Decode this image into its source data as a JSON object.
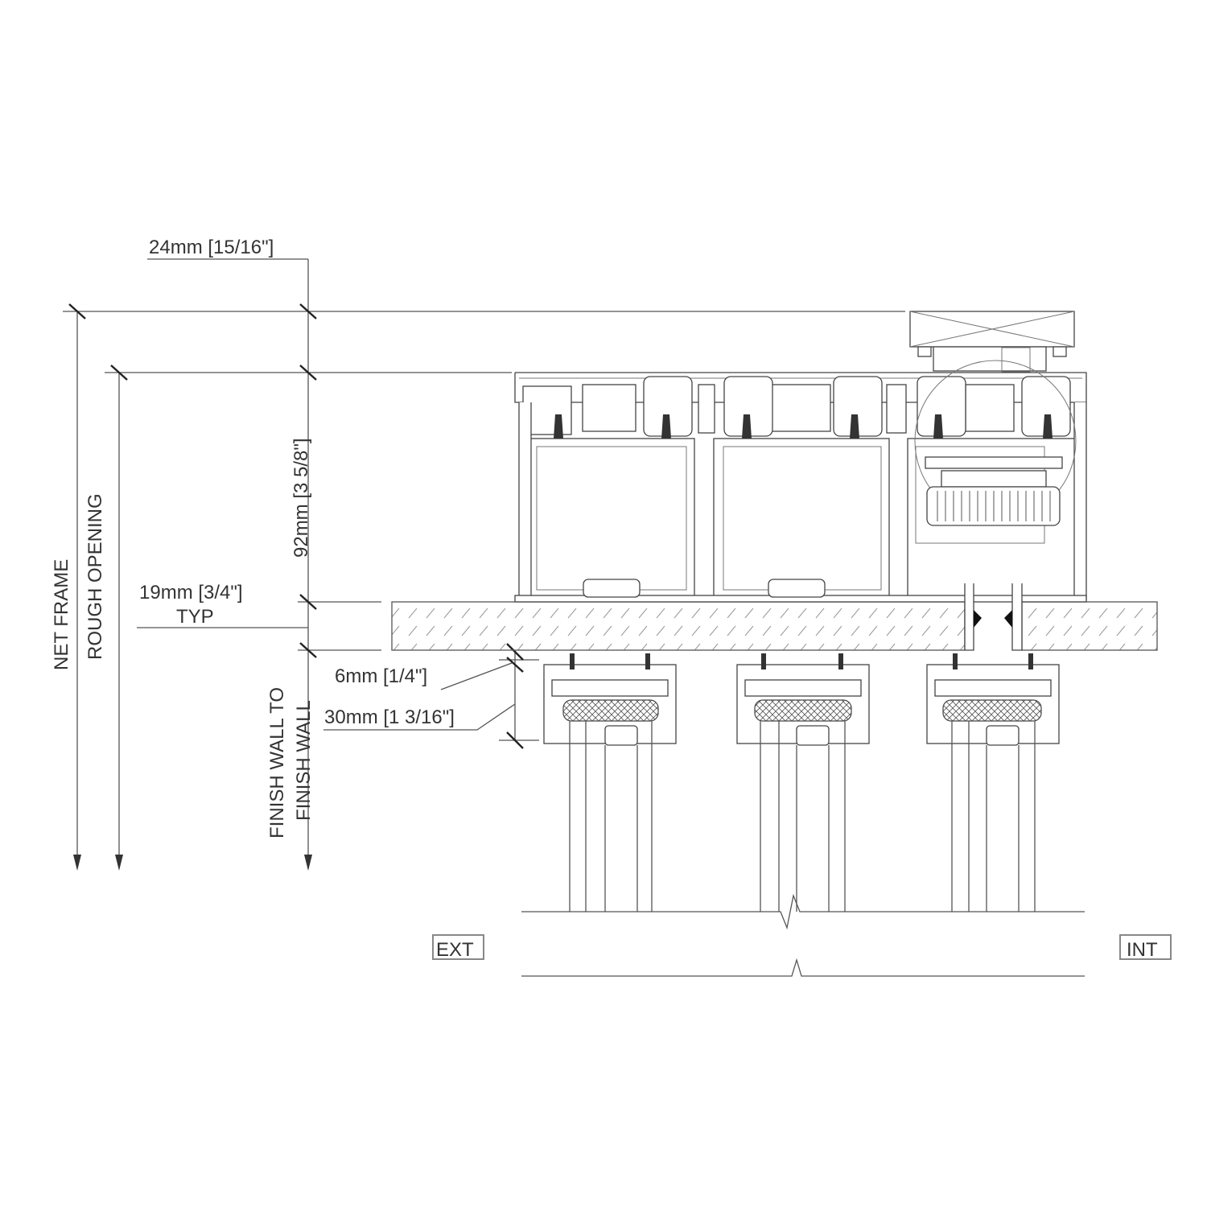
{
  "dimensions": {
    "top_offset": "24mm [15/16\"]",
    "frame_depth": "92mm [3 5/8\"]",
    "sill_gap_line1": "19mm [3/4\"]",
    "sill_gap_line2": "TYP",
    "gap_small": "6mm [1/4\"]",
    "gap_large": "30mm [1 3/16\"]"
  },
  "vertical_labels": {
    "net_frame": "NET FRAME",
    "rough_opening": "ROUGH OPENING",
    "finish_wall_1": "FINISH WALL TO",
    "finish_wall_2": "FINISH WALL"
  },
  "sides": {
    "exterior": "EXT",
    "interior": "INT"
  }
}
